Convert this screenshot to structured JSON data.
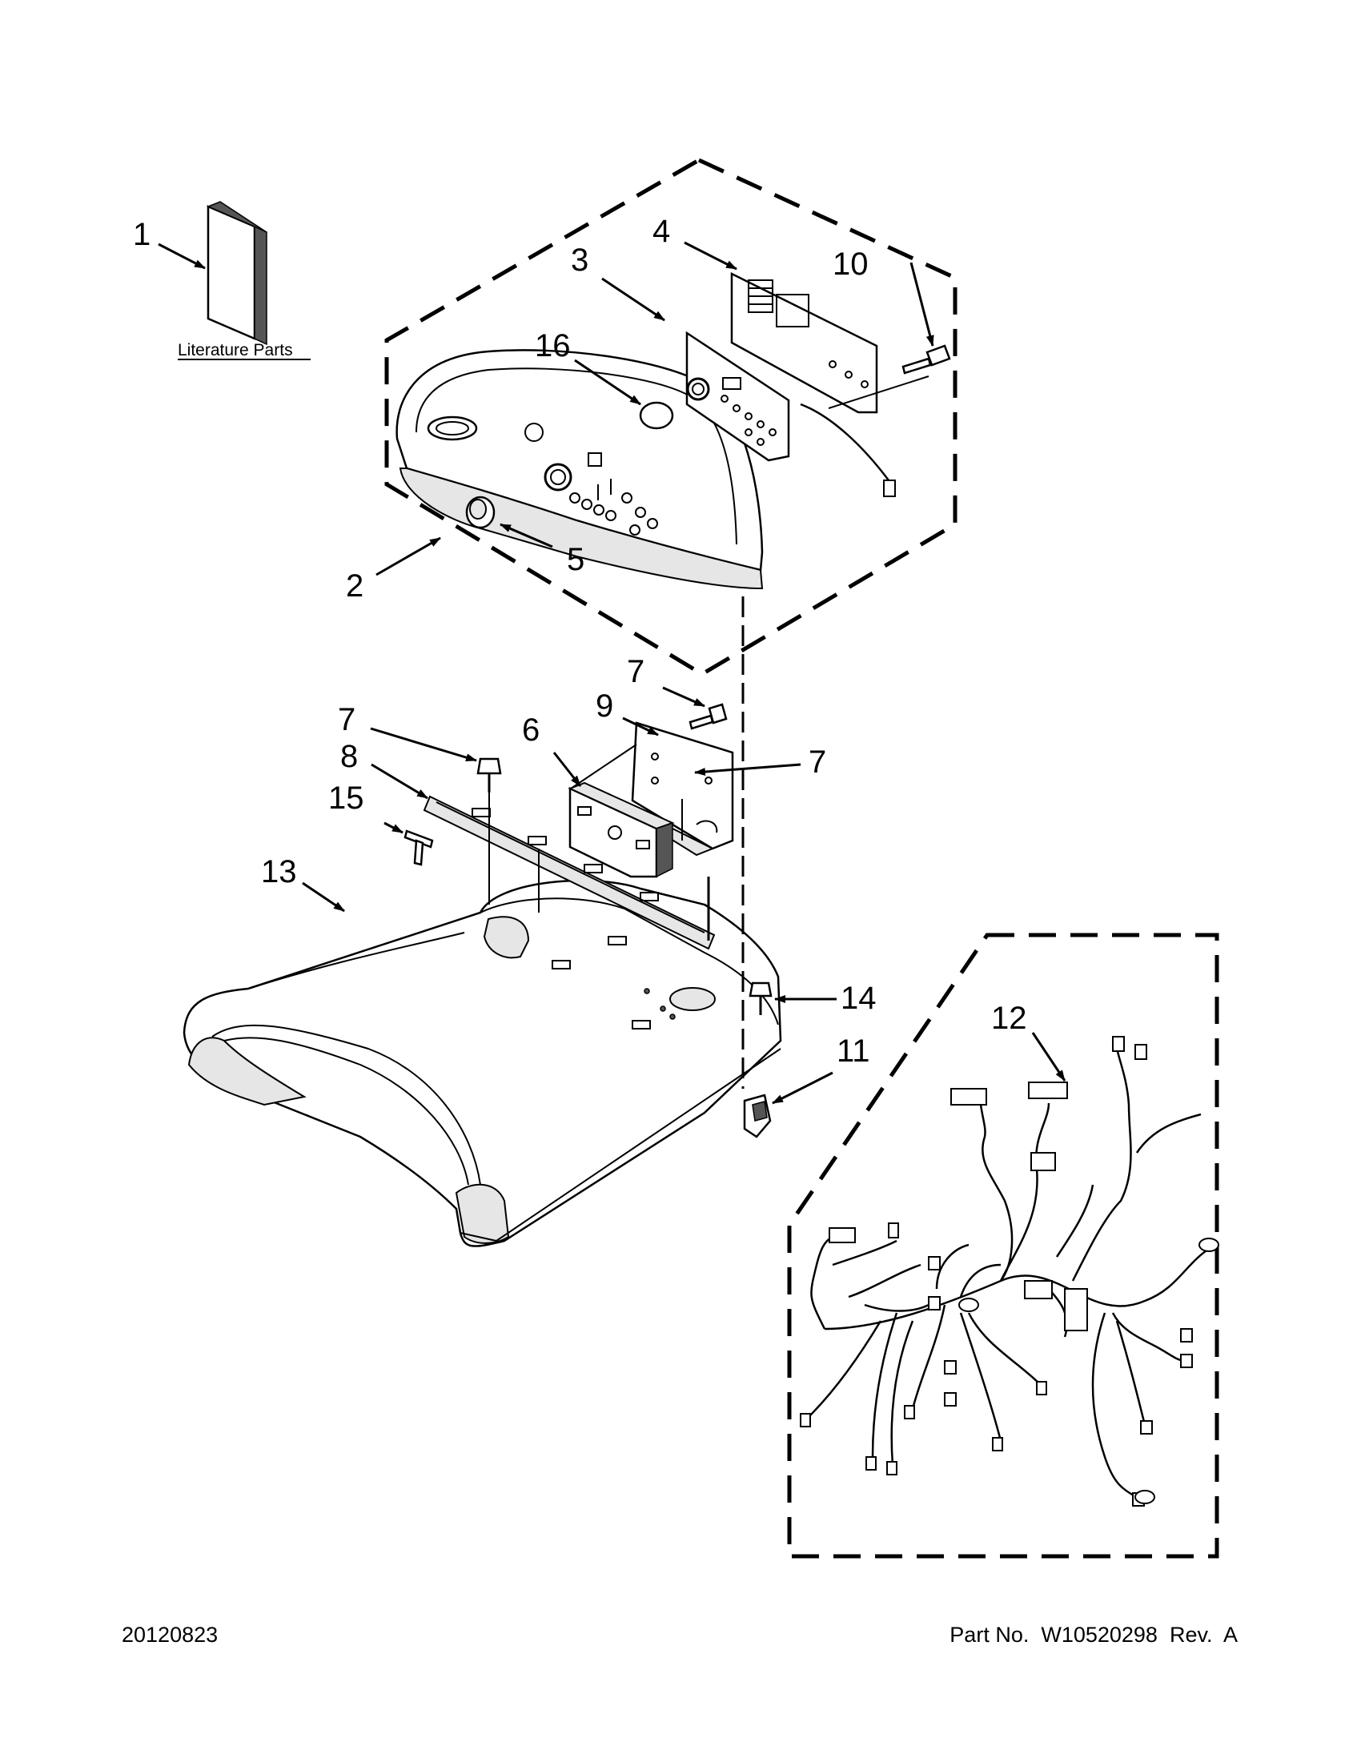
{
  "literature_label": "Literature Parts",
  "callouts": {
    "c1": "1",
    "c2": "2",
    "c3": "3",
    "c4": "4",
    "c5": "5",
    "c6": "6",
    "c7a": "7",
    "c7b": "7",
    "c7c": "7",
    "c8": "8",
    "c9": "9",
    "c10": "10",
    "c11": "11",
    "c12": "12",
    "c13": "13",
    "c14": "14",
    "c15": "15",
    "c16": "16"
  },
  "footer": {
    "date_code": "20120823",
    "part_number": "Part No.  W10520298  Rev.  A"
  }
}
